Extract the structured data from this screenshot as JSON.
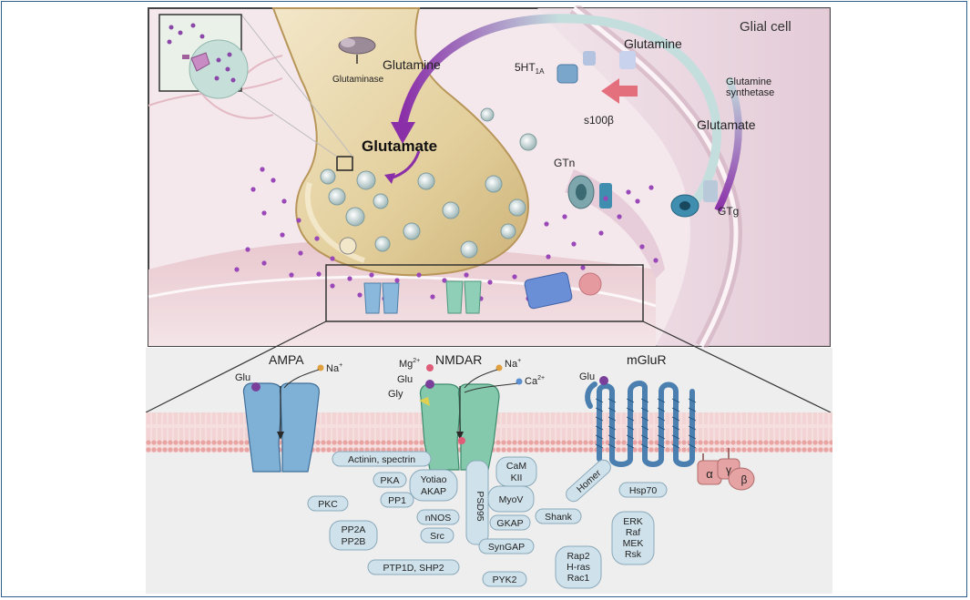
{
  "figure": {
    "top_labels": {
      "glial_cell": "Glial cell",
      "glutamine_left": "Glutamine",
      "glutamine_right": "Glutamine",
      "glutaminase": "Glutaminase",
      "glutamate_main": "Glutamate",
      "glutamate_right": "Glutamate",
      "ht1a": "5HT",
      "ht1a_sub": "1A",
      "s100b": "s100β",
      "gtn": "GTn",
      "gtg": "GTg",
      "gs_line1": "Glutamine",
      "gs_line2": "synthetase"
    },
    "receptors": {
      "ampa": "AMPA",
      "nmdar": "NMDAR",
      "mglur": "mGluR"
    },
    "ions": {
      "glu_ampa": "Glu",
      "na_ampa": "Na",
      "na_ampa_sup": "+",
      "mg": "Mg",
      "mg_sup": "2+",
      "glu_nmda": "Glu",
      "gly": "Gly",
      "na_nmda": "Na",
      "na_nmda_sup": "+",
      "ca": "Ca",
      "ca_sup": "2+",
      "glu_mglur": "Glu"
    },
    "proteins": {
      "actinin": "Actinin, spectrin",
      "pka": "PKA",
      "yotiao_1": "Yotiao",
      "yotiao_2": "AKAP",
      "camk_1": "CaM",
      "camk_2": "KII",
      "pp1": "PP1",
      "pkc": "PKC",
      "myov": "MyoV",
      "nnos": "nNOS",
      "psd95": "PSD95",
      "gkap": "GKAP",
      "shank": "Shank",
      "homer": "Homer",
      "hsp70": "Hsp70",
      "src": "Src",
      "pp2a": "PP2A",
      "pp2b": "PP2B",
      "syngap": "SynGAP",
      "erk": "ERK",
      "raf": "Raf",
      "mek": "MEK",
      "rsk": "Rsk",
      "rap2": "Rap2",
      "hras": "H-ras",
      "rac1": "Rac1",
      "ptp": "PTP1D, SHP2",
      "pyk2": "PYK2"
    },
    "g_protein": {
      "alpha": "α",
      "gamma": "γ",
      "beta": "β"
    }
  }
}
